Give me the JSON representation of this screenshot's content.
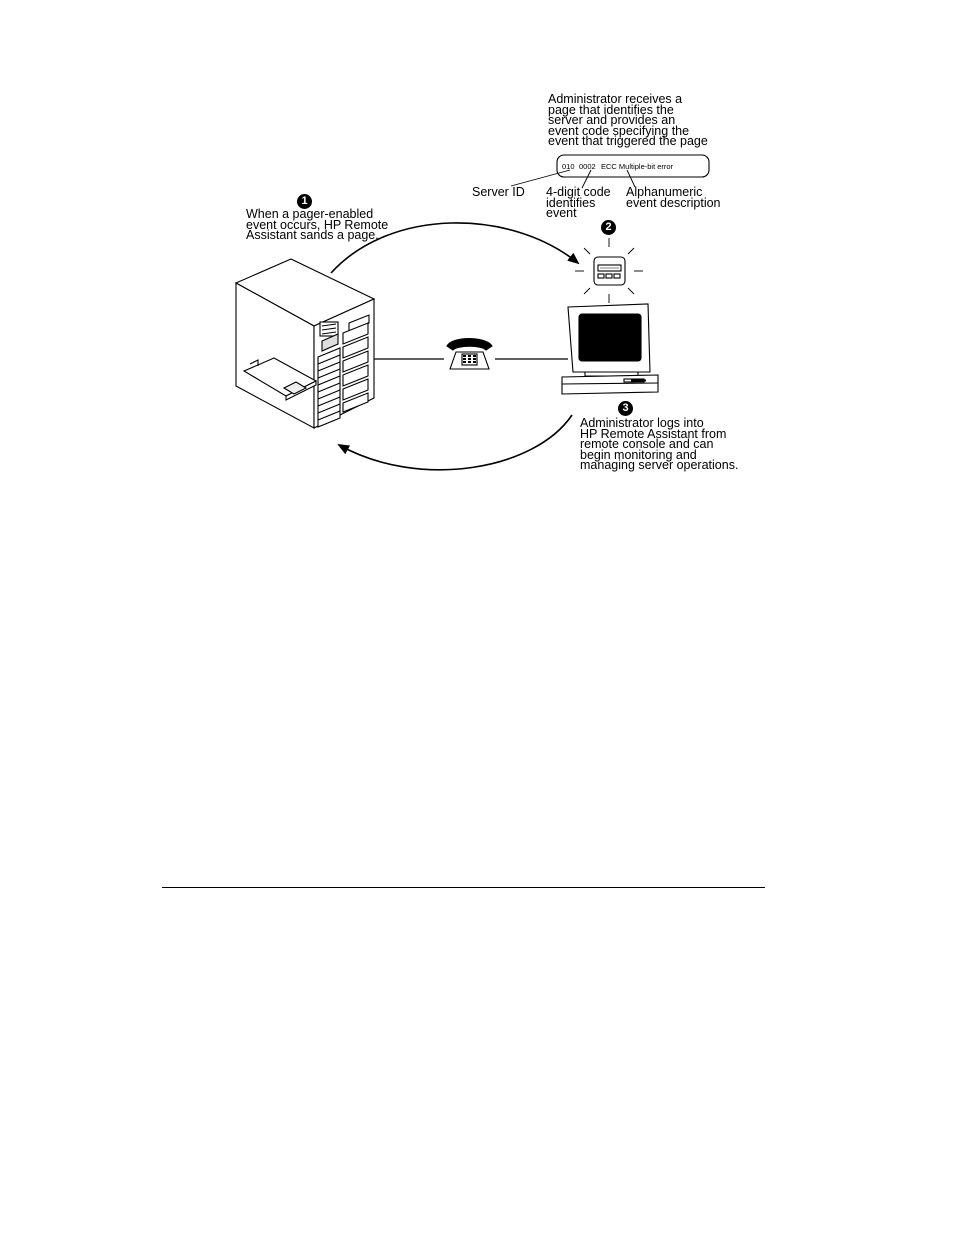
{
  "admin_receives": "Administrator receives a\npage that identifies the\nserver and provides an\nevent code specifying the\nevent that triggered the page",
  "pager_message": {
    "server_id": "010",
    "code": "0002",
    "description": "ECC Multiple-bit error"
  },
  "callouts": {
    "server_id": "Server ID",
    "code": "4-digit code\nidentifies\nevent",
    "description": "Alphanumeric\nevent description"
  },
  "steps": [
    {
      "number": "1",
      "text": "When a pager-enabled\nevent occurs, HP Remote\nAssistant sands a page."
    },
    {
      "number": "2",
      "text": ""
    },
    {
      "number": "3",
      "text": "Administrator logs into\nHP Remote Assistant from\nremote console and can\nbegin monitoring and\nmanaging server operations."
    }
  ],
  "icons": {
    "server": "server-tower-icon",
    "phone": "telephone-icon",
    "pager": "pager-icon",
    "console": "computer-monitor-icon"
  }
}
